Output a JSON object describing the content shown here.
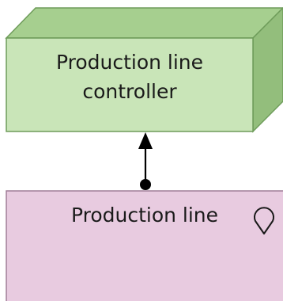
{
  "diagram": {
    "nodes": [
      {
        "id": "controller",
        "shape": "3d-box",
        "label_lines": [
          "Production line",
          "controller"
        ],
        "fill": "#c9e5b8",
        "top_fill": "#a6cf8f",
        "side_fill": "#93be7c",
        "stroke": "#6e9c5a"
      },
      {
        "id": "production-line",
        "shape": "rectangle",
        "label": "Production line",
        "icon": "location-pin-icon",
        "fill": "#e8cbe0",
        "stroke": "#a07e98"
      }
    ],
    "edges": [
      {
        "from": "production-line",
        "to": "controller",
        "start_marker": "filled-circle",
        "end_marker": "filled-arrow",
        "color": "#000000"
      }
    ]
  }
}
